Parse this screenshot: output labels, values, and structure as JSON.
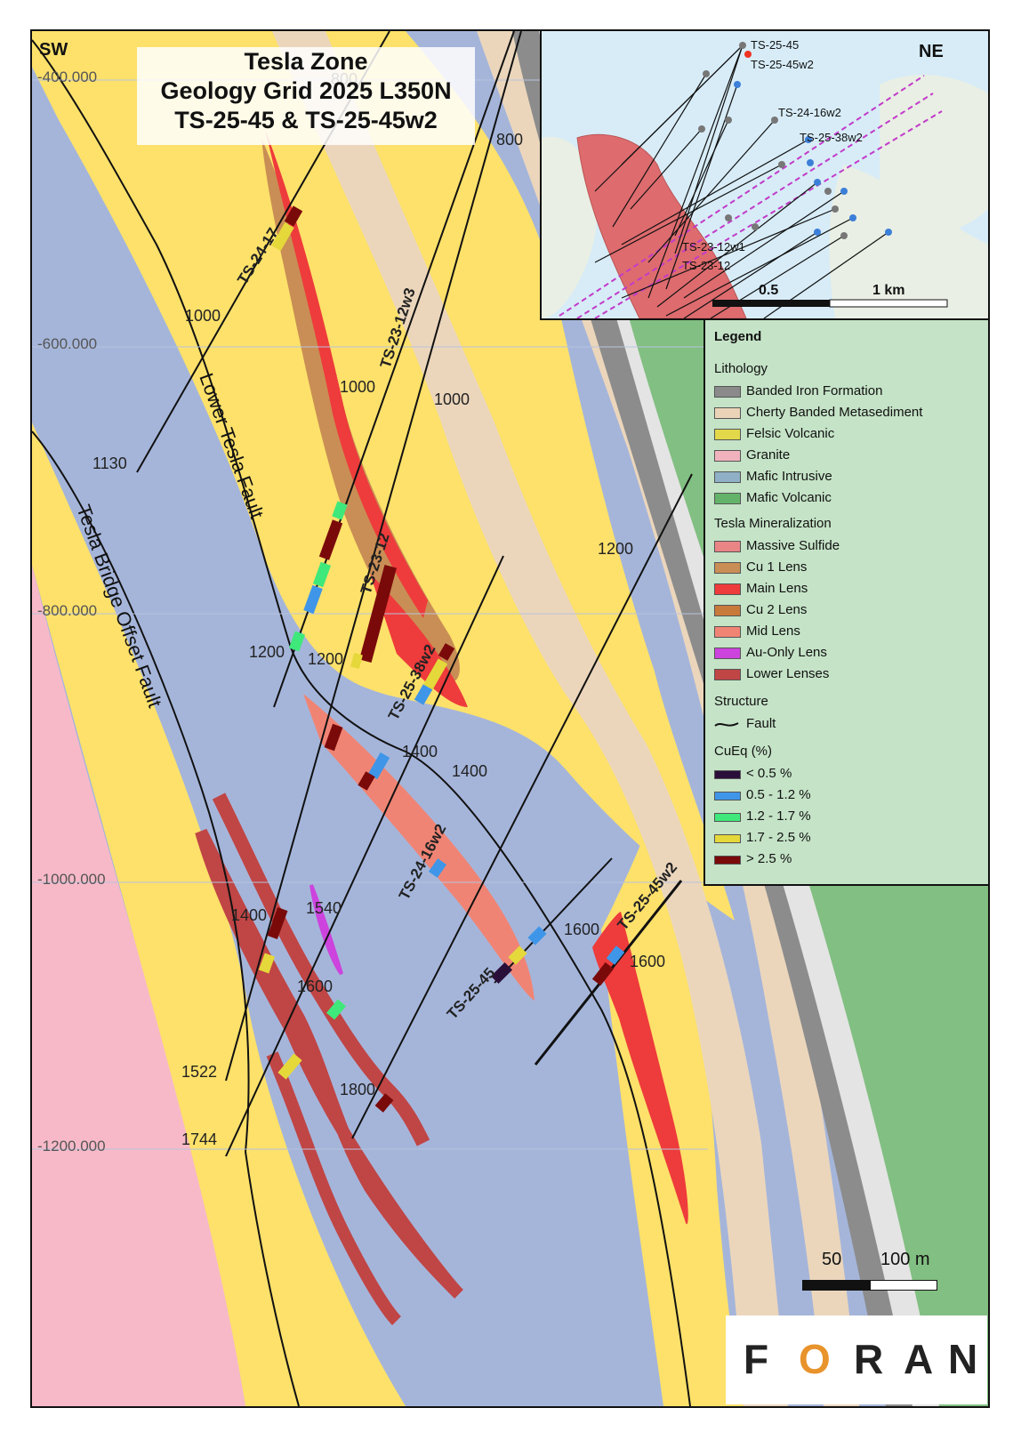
{
  "title": {
    "line1": "Tesla Zone",
    "line2": "Geology Grid 2025 L350N",
    "line3": "TS-25-45 & TS-25-45w2"
  },
  "corners": {
    "sw": "SW",
    "ne": "NE"
  },
  "elevation_labels": [
    "-400.000",
    "-600.000",
    "-800.000",
    "-1000.000",
    "-1200.000"
  ],
  "faults": {
    "lower": "Lower Tesla Fault",
    "bridge": "Tesla Bridge Offset Fault"
  },
  "holes": {
    "ts24_17": "TS-24-17",
    "ts23_12w3": "TS-23-12w3",
    "ts23_12": "TS-23-12",
    "ts25_38w2": "TS-25-38w2",
    "ts24_16w2": "TS-24-16w2",
    "ts25_45": "TS-25-45",
    "ts25_45w2": "TS-25-45w2"
  },
  "depth_labels": {
    "d800a": "800",
    "d800b": "800",
    "d1000a": "1000",
    "d1000b": "1000",
    "d1000c": "1000",
    "d1130": "1130",
    "d1200a": "1200",
    "d1200b": "1200",
    "d1200c": "1200",
    "d1400a": "1400",
    "d1400b": "1400",
    "d1400c": "1400",
    "d1540": "1540",
    "d1600a": "1600",
    "d1600b": "1600",
    "d1600c": "1600",
    "d1522": "1522",
    "d1744": "1744",
    "d1800": "1800"
  },
  "inset": {
    "labels": [
      "TS-25-45",
      "TS-25-45w2",
      "TS-24-16w2",
      "TS-25-38w2",
      "TS-23-12w1",
      "TS-23-12"
    ],
    "scale": {
      "half": "0.5",
      "full": "1 km"
    }
  },
  "legend": {
    "title": "Legend",
    "sections": {
      "lithology": "Lithology",
      "mineralization": "Tesla Mineralization",
      "structure": "Structure",
      "cueq": "CuEq (%)"
    },
    "lithology": [
      {
        "label": "Banded Iron Formation",
        "color": "#8a8a8a"
      },
      {
        "label": "Cherty Banded Metasediment",
        "color": "#ead3b7"
      },
      {
        "label": "Felsic Volcanic",
        "color": "#e2d84a"
      },
      {
        "label": "Granite",
        "color": "#f0b3bd"
      },
      {
        "label": "Mafic Intrusive",
        "color": "#8fb0c6"
      },
      {
        "label": "Mafic Volcanic",
        "color": "#63b46a"
      }
    ],
    "mineralization": [
      {
        "label": "Massive Sulfide",
        "color": "#e98585"
      },
      {
        "label": "Cu 1 Lens",
        "color": "#c98e55"
      },
      {
        "label": "Main Lens",
        "color": "#ee3b3b"
      },
      {
        "label": "Cu 2 Lens",
        "color": "#c87a3a"
      },
      {
        "label": "Mid Lens",
        "color": "#f08474"
      },
      {
        "label": "Au-Only Lens",
        "color": "#cc44dd"
      },
      {
        "label": "Lower Lenses",
        "color": "#c04545"
      }
    ],
    "structure": [
      {
        "label": "Fault"
      }
    ],
    "cueq": [
      {
        "label": "< 0.5 %",
        "color": "#2a0f3a"
      },
      {
        "label": "0.5 - 1.2 %",
        "color": "#3f96e8"
      },
      {
        "label": "1.2 - 1.7 %",
        "color": "#3fe87a"
      },
      {
        "label": "1.7 - 2.5 %",
        "color": "#e5d83a"
      },
      {
        "label": "> 2.5 %",
        "color": "#7a0a0a"
      }
    ]
  },
  "scale": {
    "mid": "50",
    "end": "100 m"
  },
  "logo": {
    "letters": [
      "F",
      "O",
      "R",
      "A",
      "N"
    ],
    "accent": "#e8932c"
  },
  "colors": {
    "felsic": "#fde16a",
    "mafic_intrusive": "#a5b5da",
    "cherty": "#ebd6bc",
    "bif": "#8c8c8c",
    "mafic_volcanic": "#82bf82",
    "granite": "#f7b9c8"
  }
}
